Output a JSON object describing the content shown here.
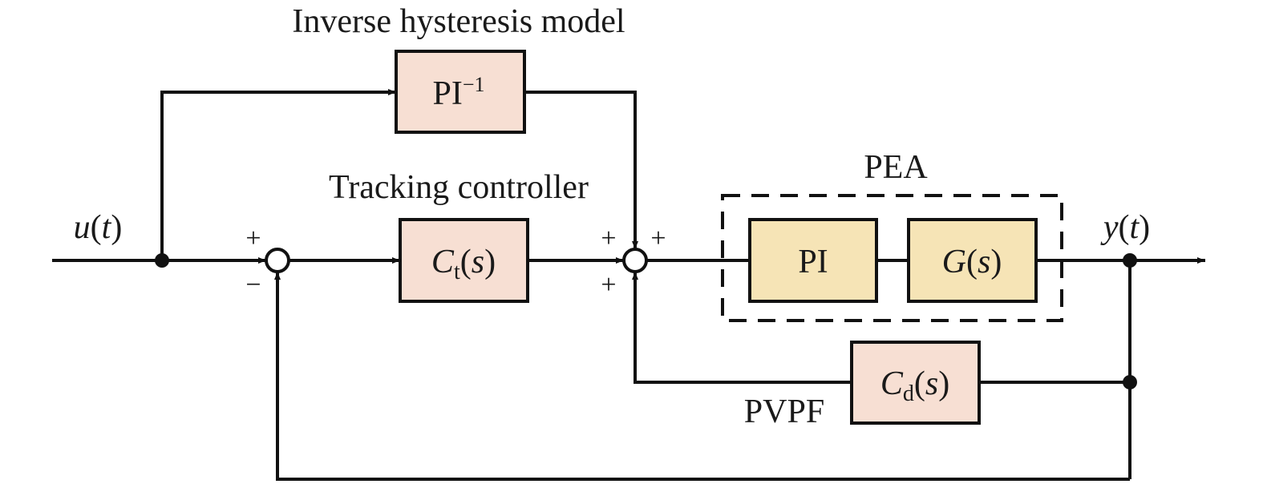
{
  "diagram": {
    "type": "control-block-diagram",
    "colors": {
      "controller_fill": "#f7dfd3",
      "plant_fill": "#f6e4b6",
      "line": "#111111"
    },
    "signals": {
      "input": {
        "symbol": "u",
        "arg": "t"
      },
      "output": {
        "symbol": "y",
        "arg": "t"
      }
    },
    "captions": {
      "inverse_model": "Inverse hysteresis model",
      "tracking": "Tracking controller",
      "pea": "PEA",
      "pvpf": "PVPF"
    },
    "blocks": {
      "pi_inverse": {
        "base": "PI",
        "sup": "−1"
      },
      "ct": {
        "name": "C",
        "sub": "t",
        "open": "(",
        "var": "s",
        "close": ")"
      },
      "pi": {
        "text": "PI"
      },
      "g": {
        "name": "G",
        "open": "(",
        "var": "s",
        "close": ")"
      },
      "cd": {
        "name": "C",
        "sub": "d",
        "open": "(",
        "var": "s",
        "close": ")"
      }
    },
    "summing_junctions": {
      "sum1": {
        "signs": [
          "+",
          "−"
        ]
      },
      "sum2": {
        "signs": [
          "+",
          "+",
          "+"
        ]
      }
    }
  }
}
